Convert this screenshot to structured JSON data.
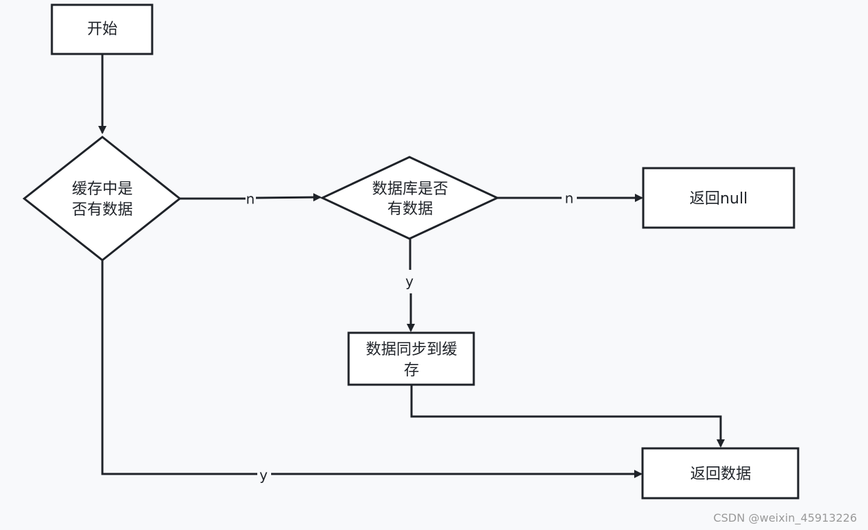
{
  "diagram": {
    "colors": {
      "stroke": "#1f2329",
      "fill": "#ffffff",
      "background": "#f8f9fb"
    },
    "nodes": {
      "start": {
        "label": "开始"
      },
      "cache_check": {
        "line1": "缓存中是",
        "line2": "否有数据"
      },
      "db_check": {
        "line1": "数据库是否",
        "line2": "有数据"
      },
      "return_null": {
        "label": "返回null"
      },
      "sync_cache": {
        "line1": "数据同步到缓",
        "line2": "存"
      },
      "return_data": {
        "label": "返回数据"
      }
    },
    "edges": {
      "cache_no": "n",
      "db_no": "n",
      "db_yes": "y",
      "cache_yes": "y"
    }
  },
  "watermark": "CSDN @weixin_45913226"
}
